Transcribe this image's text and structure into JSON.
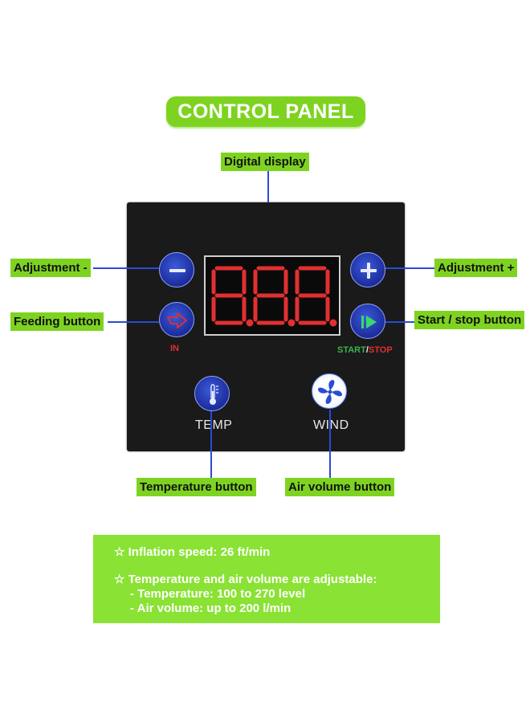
{
  "title": "CONTROL PANEL",
  "labels": {
    "digital_display": "Digital display",
    "adjust_minus": "Adjustment -",
    "adjust_plus": "Adjustment +",
    "feeding": "Feeding button",
    "start_stop": "Start / stop button",
    "temperature": "Temperature button",
    "air_volume": "Air volume button"
  },
  "panel": {
    "display_digits": "8.8.8.",
    "in_label": "IN",
    "start_label": "START",
    "slash": "/",
    "stop_label": "STOP",
    "temp_label": "TEMP",
    "wind_label": "WIND"
  },
  "info": {
    "line1": "☆ Inflation speed: 26 ft/min",
    "line2": "☆ Temperature and air volume are adjustable:",
    "line3": "- Temperature: 100 to 270 level",
    "line4": "- Air volume: up to 200 l/min"
  },
  "colors": {
    "accent_green": "#7ed321",
    "panel_black": "#1a1a1a",
    "button_blue": "#2a4bd7",
    "segment_red": "#e03030"
  },
  "icons": [
    "minus-icon",
    "plus-icon",
    "feed-icon",
    "play-icon",
    "thermometer-icon",
    "fan-icon"
  ]
}
